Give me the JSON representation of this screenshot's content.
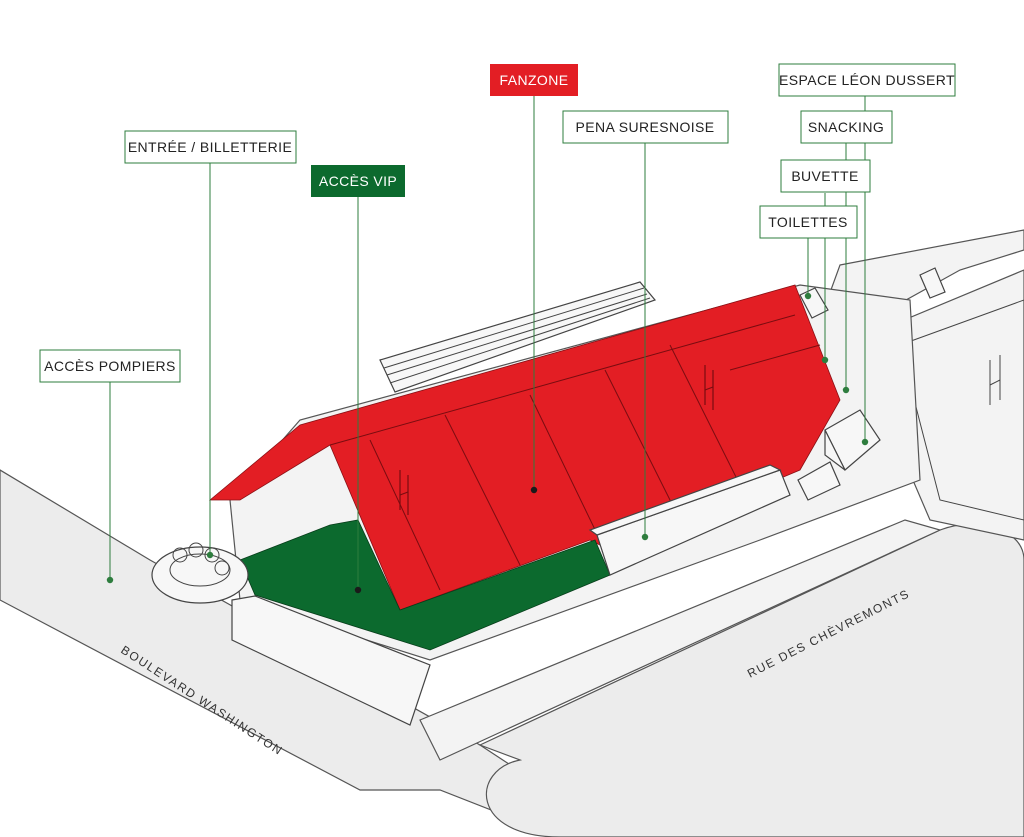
{
  "labels": {
    "fanzone": "FANZONE",
    "espace_leon_dussert": "ESPACE LÉON DUSSERT",
    "pena_suresnoise": "PENA SURESNOISE",
    "snacking": "SNACKING",
    "entree_billetterie": "ENTRÉE / BILLETTERIE",
    "buvette": "BUVETTE",
    "acces_vip": "ACCÈS VIP",
    "toilettes": "TOILETTES",
    "acces_pompiers": "ACCÈS POMPIERS"
  },
  "streets": {
    "boulevard": "BOULEVARD WASHINGTON",
    "rue": "RUE DES CHÈVREMONTS"
  },
  "colors": {
    "fanzone": "#e31e24",
    "vip": "#0c6a2e",
    "accent_green": "#2e7d3e",
    "marker": "#1a1a1a"
  }
}
